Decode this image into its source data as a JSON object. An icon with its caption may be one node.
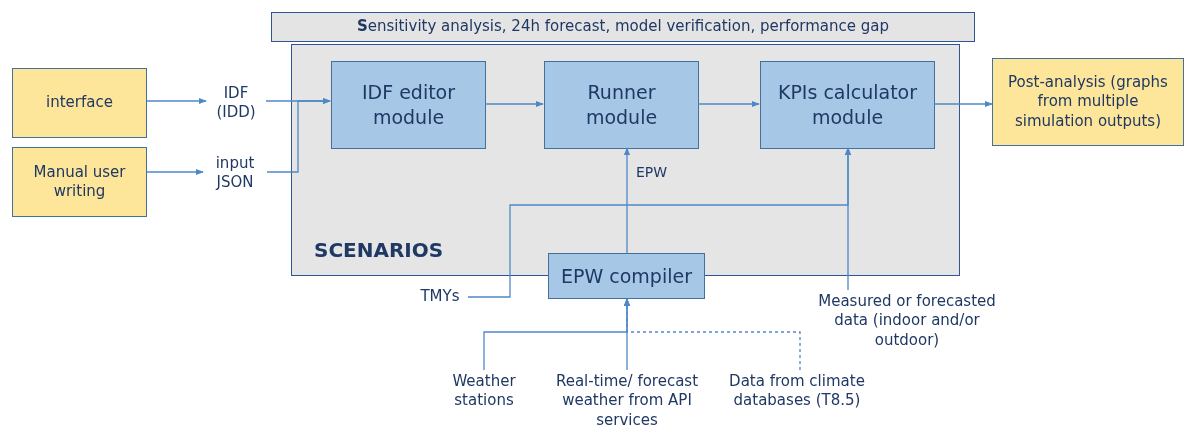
{
  "diagram": {
    "nodes": [
      {
        "text": [
          "**S**ensitivity analysis, 24h forecast, model verification, performance gap"
        ]
      },
      {
        "text": [
          "SCENARIOS"
        ]
      },
      {
        "text": [
          "IDF editor module"
        ],
        "in": 1
      },
      {
        "text": [
          "Runner module"
        ],
        "in": 1
      },
      {
        "text": [
          "KPIs calculator module"
        ],
        "in": 1
      },
      {
        "text": [
          "interface"
        ]
      },
      {
        "text": [
          "Manual user writing"
        ]
      },
      {
        "text": [
          "IDF (IDD)"
        ]
      },
      {
        "text": [
          "input JSON"
        ]
      },
      {
        "text": [
          "Post-analysis (graphs from multiple simulation outputs)"
        ]
      },
      {
        "text": [
          "EPW compiler"
        ]
      },
      {
        "text": [
          "TMYs"
        ]
      },
      {
        "text": [
          "Measured or forecasted data (indoor and/or outdoor)"
        ]
      },
      {
        "text": [
          "Weather stations"
        ]
      },
      {
        "text": [
          "Real-time/ forecast weather from API services"
        ]
      },
      {
        "text": [
          "Data from climate databases (T8.5)"
        ]
      }
    ],
    "edges": [
      {
        "from": 5,
        "to": 7,
        "arrow": "to"
      },
      {
        "from": 6,
        "to": 8,
        "arrow": "to"
      },
      {
        "from": 7,
        "to": 2,
        "arrow": "to"
      },
      {
        "from": 8,
        "to": 2,
        "arrow": "to"
      },
      {
        "from": 2,
        "to": 3,
        "arrow": "to"
      },
      {
        "from": 3,
        "to": 4,
        "arrow": "to"
      },
      {
        "from": 4,
        "to": 9,
        "arrow": "to"
      },
      {
        "from": 10,
        "to": 3,
        "arrow": "to",
        "label": "EPW"
      },
      {
        "from": 11,
        "to": 4,
        "arrow": "to"
      },
      {
        "from": 12,
        "to": 4,
        "arrow": "to"
      },
      {
        "from": 13,
        "to": 10,
        "arrow": "to"
      },
      {
        "from": 14,
        "to": 10,
        "arrow": "to"
      },
      {
        "from": 15,
        "to": 10,
        "arrow": "to",
        "style": "dashed"
      }
    ]
  }
}
